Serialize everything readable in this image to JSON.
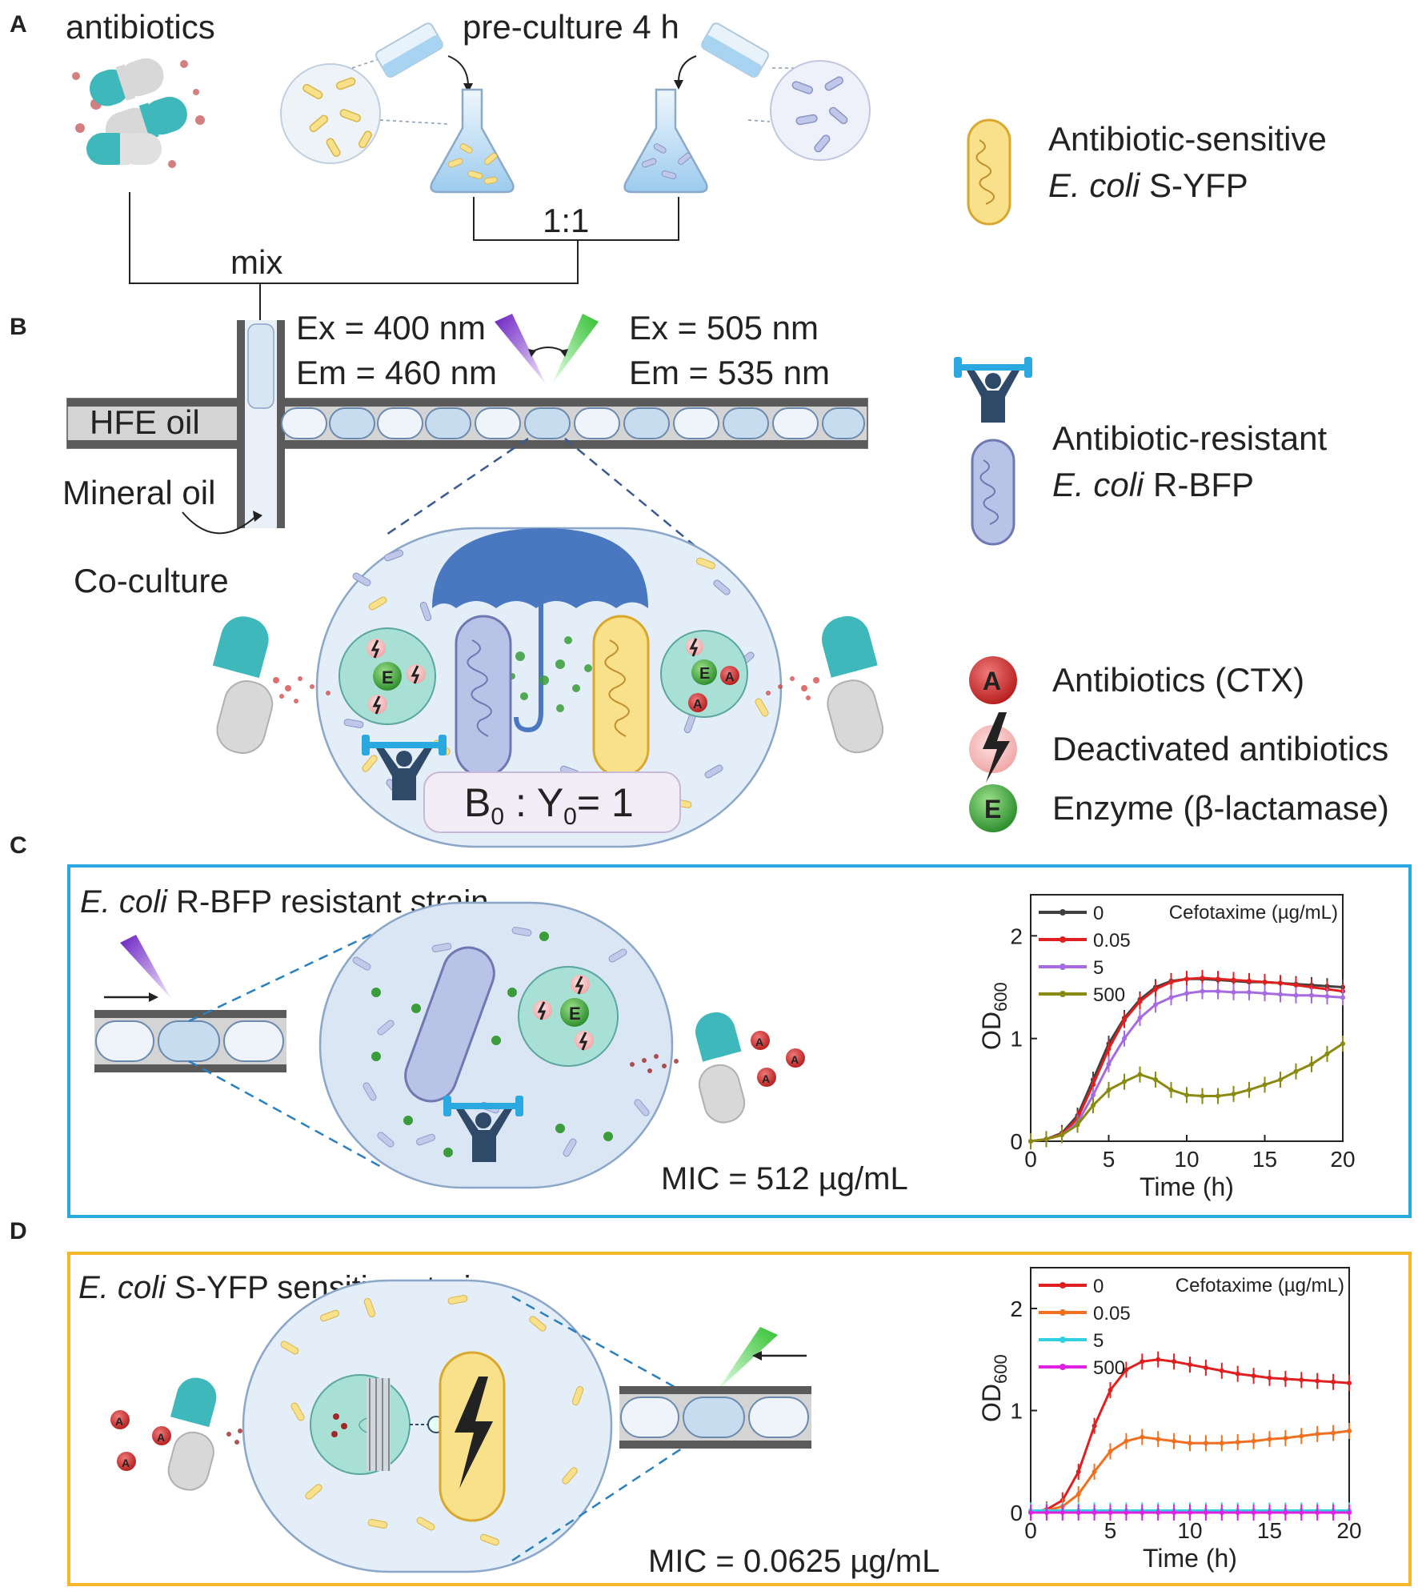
{
  "panels": {
    "a": "A",
    "b": "B",
    "c": "C",
    "d": "D"
  },
  "panel_a": {
    "antibiotics": "antibiotics",
    "preculture": "pre-culture 4 h",
    "ratio": "1:1",
    "mix": "mix"
  },
  "panel_b": {
    "ex1": "Ex = 400 nm",
    "em1": "Em = 460 nm",
    "ex2": "Ex = 505 nm",
    "em2": "Em = 535 nm",
    "hfe_oil": "HFE oil",
    "mineral_oil": "Mineral oil",
    "coculture": "Co-culture",
    "ratio_main": "B",
    "ratio_sub1": "0",
    "ratio_mid": " : Y",
    "ratio_sub2": "0",
    "ratio_end": "= 1"
  },
  "legend": {
    "sensitive_line1": "Antibiotic-sensitive",
    "sensitive_ital": "E. coli",
    "sensitive_rest": " S-YFP",
    "resistant_line1": "Antibiotic-resistant",
    "resistant_ital": "E. coli",
    "resistant_rest": " R-BFP",
    "antibiotics": "Antibiotics (CTX)",
    "deactivated": "Deactivated antibiotics",
    "enzyme": "Enzyme (β-lactamase)",
    "badge_a": "A",
    "badge_e": "E"
  },
  "panel_c": {
    "title_ital": "E. coli",
    "title_rest": " R-BFP resistant strain",
    "mic": "MIC = 512 µg/mL"
  },
  "panel_d": {
    "title_ital": "E. coli",
    "title_rest": " S-YFP sensitive strain",
    "mic": "MIC = 0.0625 µg/mL"
  },
  "colors": {
    "box_c": "#29a9e0",
    "box_d": "#f5b72a",
    "mic_c": "#2a7fc0",
    "mic_d": "#f2b320",
    "droplet_fill": "#e4eef8",
    "cell_blue": "#b9c3e8",
    "cell_yellow": "#f9e08a",
    "capsule_teal": "#3fb8bc",
    "antibiotic_red": "#d24040",
    "enzyme_green": "#3a9c3a"
  },
  "chart_data": [
    {
      "type": "line",
      "panel": "C",
      "title": "",
      "xlabel": "Time (h)",
      "ylabel_main": "OD",
      "ylabel_sub": "600",
      "legend_title": "Cefotaxime (µg/mL)",
      "xlim": [
        0,
        20
      ],
      "ylim": [
        0,
        2.4
      ],
      "xticks": [
        0,
        5,
        10,
        15,
        20
      ],
      "yticks": [
        0,
        1,
        2
      ],
      "x": [
        0,
        1,
        2,
        3,
        4,
        5,
        6,
        7,
        8,
        9,
        10,
        11,
        12,
        13,
        14,
        15,
        16,
        17,
        18,
        19,
        20
      ],
      "series": [
        {
          "name": "0",
          "color": "#404040",
          "values": [
            0.0,
            0.02,
            0.08,
            0.25,
            0.6,
            0.95,
            1.2,
            1.38,
            1.5,
            1.56,
            1.58,
            1.58,
            1.57,
            1.56,
            1.55,
            1.55,
            1.54,
            1.53,
            1.52,
            1.51,
            1.5
          ]
        },
        {
          "name": "0.05",
          "color": "#e02020",
          "values": [
            0.0,
            0.02,
            0.07,
            0.22,
            0.55,
            0.9,
            1.18,
            1.36,
            1.48,
            1.55,
            1.58,
            1.59,
            1.58,
            1.57,
            1.56,
            1.55,
            1.54,
            1.52,
            1.5,
            1.48,
            1.46
          ]
        },
        {
          "name": "5",
          "color": "#a66be0",
          "values": [
            0.0,
            0.02,
            0.06,
            0.18,
            0.45,
            0.75,
            1.0,
            1.2,
            1.33,
            1.4,
            1.44,
            1.46,
            1.46,
            1.45,
            1.45,
            1.44,
            1.43,
            1.42,
            1.42,
            1.41,
            1.4
          ]
        },
        {
          "name": "500",
          "color": "#8a8a10",
          "values": [
            0.0,
            0.02,
            0.06,
            0.16,
            0.35,
            0.5,
            0.58,
            0.65,
            0.6,
            0.5,
            0.45,
            0.44,
            0.44,
            0.46,
            0.5,
            0.55,
            0.6,
            0.68,
            0.75,
            0.85,
            0.95
          ]
        }
      ]
    },
    {
      "type": "line",
      "panel": "D",
      "title": "",
      "xlabel": "Time (h)",
      "ylabel_main": "OD",
      "ylabel_sub": "600",
      "legend_title": "Cefotaxime (µg/mL)",
      "xlim": [
        0,
        20
      ],
      "ylim": [
        0,
        2.4
      ],
      "xticks": [
        0,
        5,
        10,
        15,
        20
      ],
      "yticks": [
        0,
        1,
        2
      ],
      "x": [
        0,
        1,
        2,
        3,
        4,
        5,
        6,
        7,
        8,
        9,
        10,
        11,
        12,
        13,
        14,
        15,
        16,
        17,
        18,
        19,
        20
      ],
      "series": [
        {
          "name": "0",
          "color": "#e02020",
          "values": [
            0.0,
            0.03,
            0.12,
            0.4,
            0.85,
            1.2,
            1.4,
            1.48,
            1.5,
            1.48,
            1.45,
            1.42,
            1.39,
            1.36,
            1.34,
            1.32,
            1.31,
            1.3,
            1.29,
            1.28,
            1.27
          ]
        },
        {
          "name": "0.05",
          "color": "#f07020",
          "values": [
            0.0,
            0.02,
            0.06,
            0.18,
            0.4,
            0.6,
            0.7,
            0.74,
            0.72,
            0.7,
            0.68,
            0.68,
            0.68,
            0.69,
            0.7,
            0.72,
            0.73,
            0.75,
            0.77,
            0.78,
            0.8
          ]
        },
        {
          "name": "5",
          "color": "#30d0e0",
          "values": [
            0.02,
            0.02,
            0.02,
            0.02,
            0.02,
            0.02,
            0.02,
            0.02,
            0.02,
            0.02,
            0.02,
            0.02,
            0.02,
            0.02,
            0.02,
            0.02,
            0.02,
            0.02,
            0.02,
            0.02,
            0.02
          ]
        },
        {
          "name": "500",
          "color": "#e020e0",
          "values": [
            0.0,
            0.0,
            0.0,
            0.0,
            0.0,
            0.0,
            0.0,
            0.0,
            0.0,
            0.0,
            0.0,
            0.0,
            0.0,
            0.0,
            0.0,
            0.0,
            0.0,
            0.0,
            0.0,
            0.0,
            0.0
          ]
        }
      ]
    }
  ]
}
